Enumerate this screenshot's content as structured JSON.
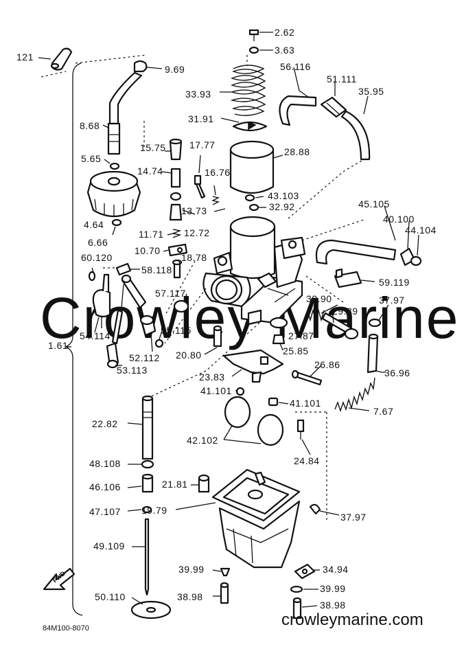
{
  "drawing_number": "84M100-8070",
  "watermark": "Crowley Marine",
  "website": "crowleymarine.com",
  "front_marker": "FWD",
  "labels": {
    "l_2_62": "2.62",
    "l_3_63": "3.63",
    "l_121": "121",
    "l_9_69": "9.69",
    "l_56_116": "56.116",
    "l_51_111": "51.111",
    "l_33_93": "33.93",
    "l_35_95": "35.95",
    "l_31_91": "31.91",
    "l_8_68": "8.68",
    "l_15_75": "15.75",
    "l_17_77": "17.77",
    "l_28_88": "28.88",
    "l_5_65": "5.65",
    "l_14_74": "14.74",
    "l_16_76": "16.76",
    "l_43_103": "43.103",
    "l_32_92": "32.92",
    "l_13_73": "13.73",
    "l_45_105": "45.105",
    "l_4_64": "4.64",
    "l_12_72": "12.72",
    "l_40_100": "40.100",
    "l_44_104": "44.104",
    "l_6_66": "6.66",
    "l_11_71": "11.71",
    "l_10_70": "10.70",
    "l_60_120": "60.120",
    "l_18_78": "18.78",
    "l_58_118": "58.118",
    "l_59_119": "59.119",
    "l_57_117": "57.117",
    "l_30_90": "30.90",
    "l_37_97a": "37.97",
    "l_29_89": "29.89",
    "l_54_114": "54.114",
    "l_55_115": "55.115",
    "l_27_87": "27.87",
    "l_1_61": "1.61",
    "l_25_85": "25.85",
    "l_52_112": "52.112",
    "l_20_80": "20.80",
    "l_26_86": "26.86",
    "l_53_113": "53.113",
    "l_36_96": "36.96",
    "l_23_83": "23.83",
    "l_41_101a": "41.101",
    "l_41_101b": "41.101",
    "l_7_67": "7.67",
    "l_22_82": "22.82",
    "l_42_102": "42.102",
    "l_24_84": "24.84",
    "l_48_108": "48.108",
    "l_21_81": "21.81",
    "l_46_106": "46.106",
    "l_19_79": "19.79",
    "l_47_107": "47.107",
    "l_37_97b": "37.97",
    "l_49_109": "49.109",
    "l_39_99a": "39.99",
    "l_34_94": "34.94",
    "l_39_99b": "39.99",
    "l_38_98a": "38.98",
    "l_50_110": "50.110",
    "l_38_98b": "38.98"
  }
}
